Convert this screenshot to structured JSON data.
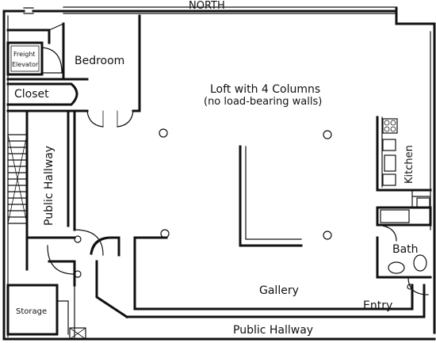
{
  "plan": {
    "compass": "NORTH",
    "rooms": {
      "freight_elevator_line1": "Freight",
      "freight_elevator_line2": "Elevator",
      "bedroom": "Bedroom",
      "closet": "Closet",
      "loft_line1": "Loft with 4 Columns",
      "loft_line2": "(no load-bearing walls)",
      "public_hallway_west": "Public Hallway",
      "kitchen": "Kitchen",
      "bath": "Bath",
      "gallery": "Gallery",
      "entry": "Entry",
      "storage": "Storage",
      "public_hallway_south": "Public Hallway"
    }
  }
}
